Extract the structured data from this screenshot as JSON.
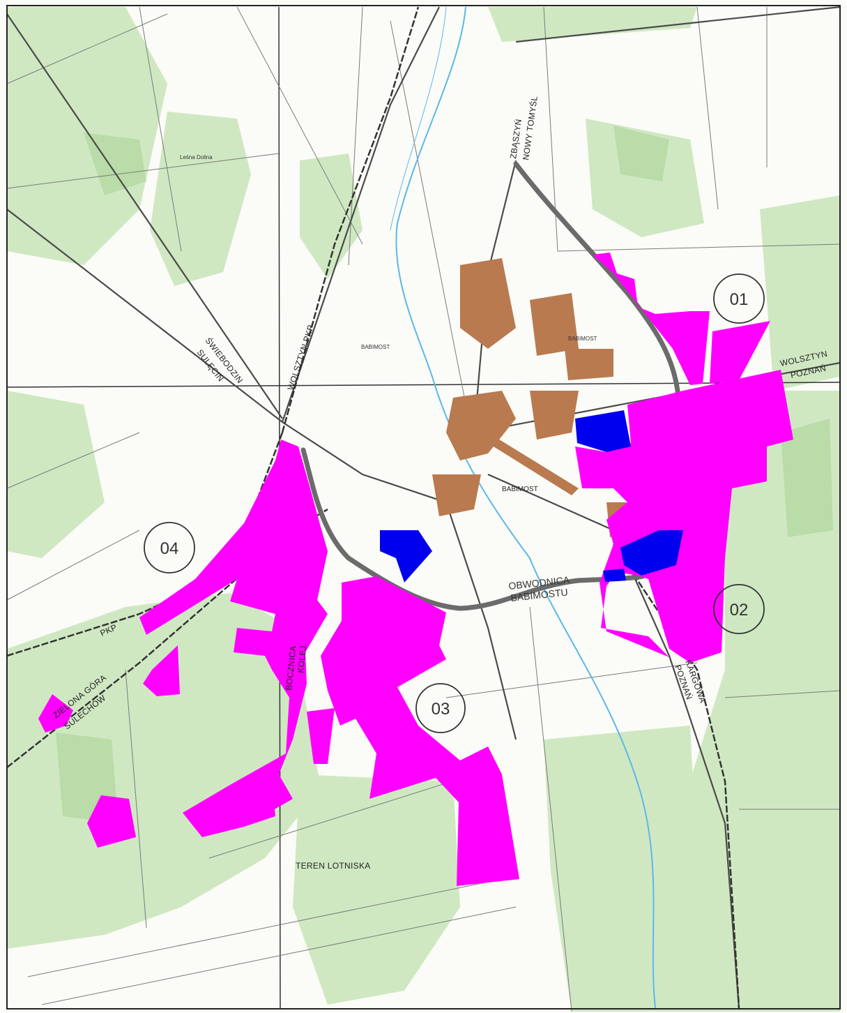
{
  "map": {
    "colors": {
      "forest": "#cfe8c2",
      "forest_dark": "#b9dca8",
      "water": "#5bb8e8",
      "zone": "#ff00ff",
      "zone_blue": "#0000ee",
      "bypass": "#6b6b6b",
      "roads": "#555555",
      "buildings": "#b97a4f",
      "border": "#222222"
    },
    "road_labels": {
      "zbaszyn": "ZBĄSZYŃ",
      "nowy_tomysl": "NOWY TOMYŚL",
      "swiebodzin": "ŚWIEBODZIN",
      "sulechow_top": "SULĘCIN",
      "wolsztyn": "WOLSZTYN",
      "poznan_right": "POZNAŃ",
      "pkp": "PKP",
      "zielona_gora": "ZIELONA GÓRA",
      "sulechow": "SULECHÓW",
      "bocznica": "BOCZNICA",
      "kolejowa": "KOLEJ.",
      "karsznia": "KARGOWA",
      "poznan_low": "POZNAŃ",
      "obwodnica1": "OBWODNICA",
      "obwodnica2": "BABIMOSTU",
      "lotnisko": "TEREN LOTNISKA",
      "babimost_center": "BABIMOST",
      "babimost_n": "BABIMOST",
      "babimost_ne": "BABIMOST",
      "wolsztyn_pkp": "WOLSZTYN PKP",
      "lesna_dolina": "Leśna Dolina"
    },
    "zones": [
      {
        "id": "z01",
        "label": "01"
      },
      {
        "id": "z02",
        "label": "02"
      },
      {
        "id": "z03",
        "label": "03"
      },
      {
        "id": "z04",
        "label": "04"
      }
    ]
  }
}
